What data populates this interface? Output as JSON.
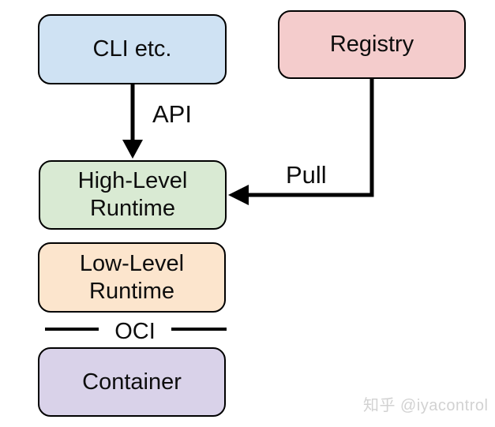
{
  "nodes": {
    "cli": {
      "label": "CLI etc.",
      "fill": "#cfe2f3"
    },
    "registry": {
      "label": "Registry",
      "fill": "#f4cccc"
    },
    "high_level": {
      "line1": "High-Level",
      "line2": "Runtime",
      "fill": "#d9ead3"
    },
    "low_level": {
      "line1": "Low-Level",
      "line2": "Runtime",
      "fill": "#fce5cd"
    },
    "container": {
      "label": "Container",
      "fill": "#d9d2e9"
    }
  },
  "edges": {
    "api": {
      "label": "API"
    },
    "pull": {
      "label": "Pull"
    }
  },
  "divider": {
    "label": "OCI"
  },
  "watermark": {
    "text": "知乎 @iyacontrol",
    "color": "#d2d2d2"
  },
  "colors": {
    "edge": "#000000",
    "border": "#000000",
    "background": "#ffffff"
  }
}
